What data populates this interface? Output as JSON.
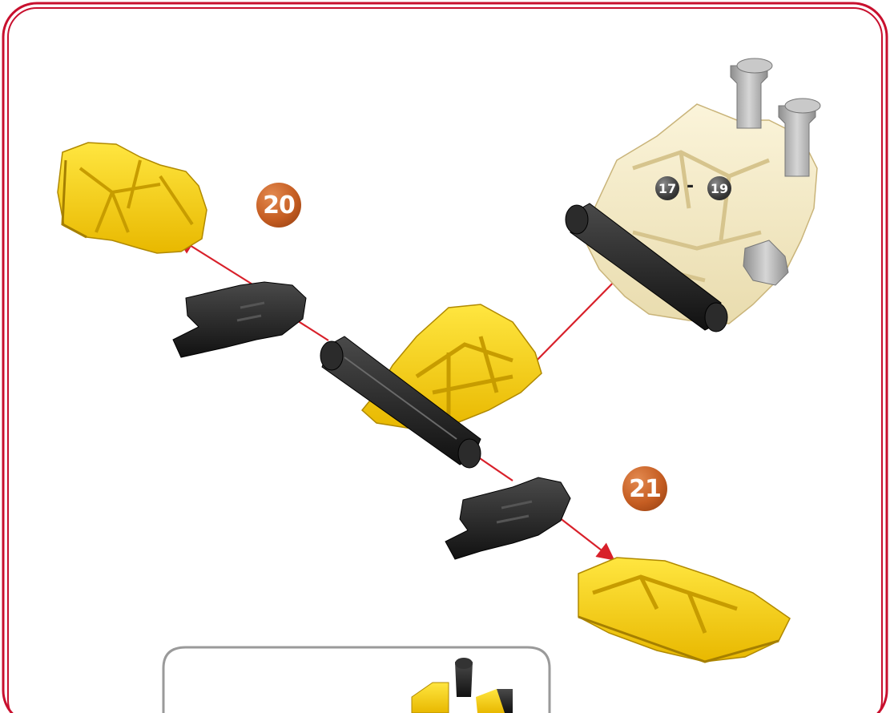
{
  "steps": {
    "step_20": "20",
    "step_21": "21"
  },
  "reference": {
    "from": "17",
    "separator": "-",
    "to": "19"
  },
  "colors": {
    "frame_red": "#c8102e",
    "inset_gray": "#9a9a9a",
    "arrow_red": "#d8202a",
    "connector_yellow": "#f5d000",
    "connector_cream": "#f5eccb",
    "part_black": "#1c1c1c",
    "rod_gray": "#a9a9a9",
    "badge_orange": "#c55d22",
    "badge_gray": "#3a3a3a"
  },
  "icons": [
    "yellow-connector-icon",
    "black-clip-icon",
    "black-rod-icon",
    "cream-assembly-icon",
    "gray-rod-icon"
  ]
}
